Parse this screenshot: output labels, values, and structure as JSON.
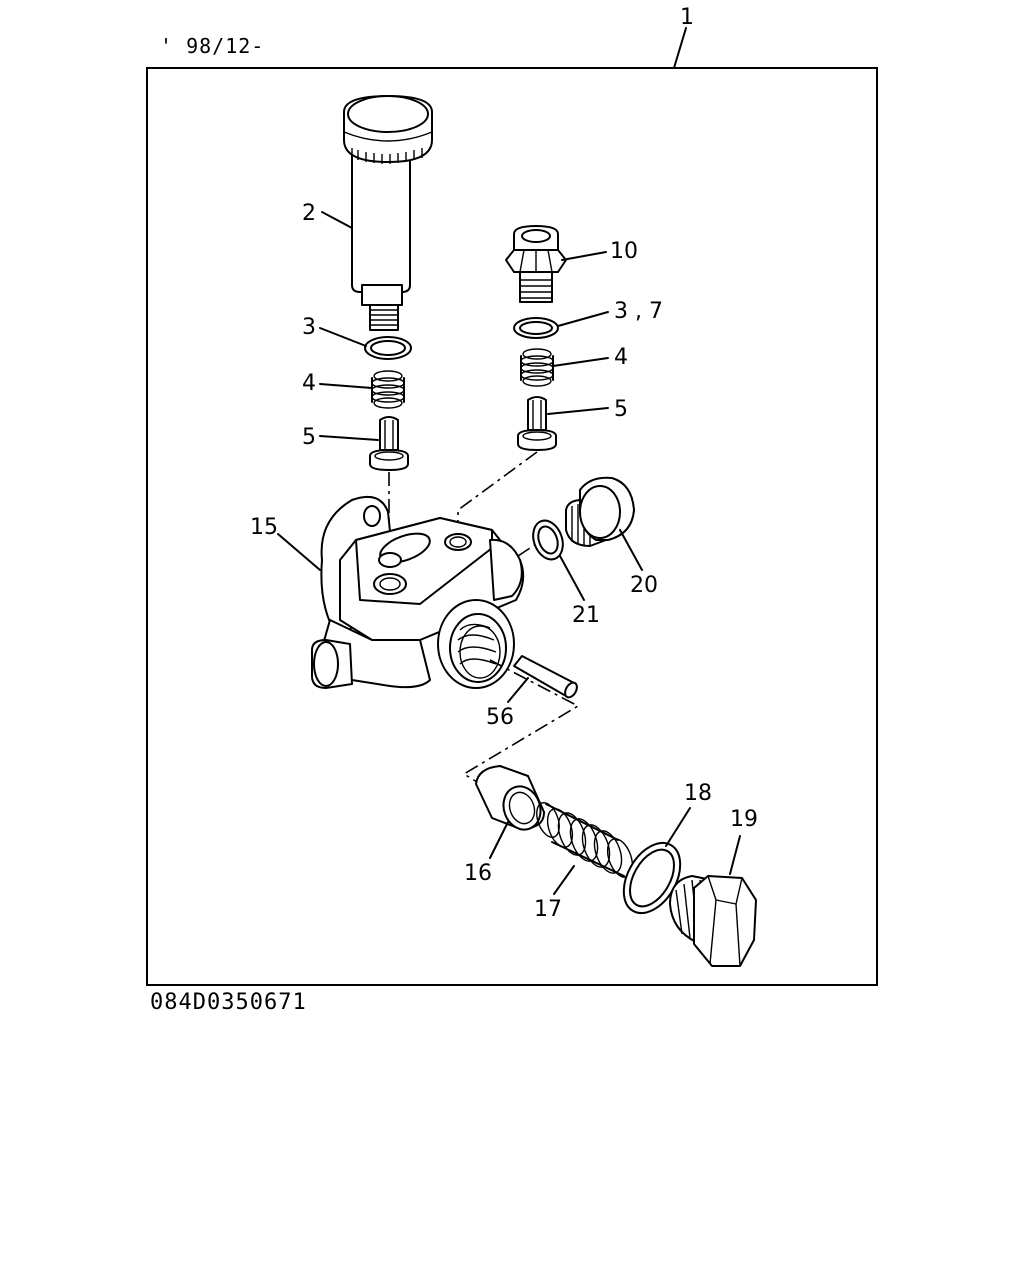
{
  "header": {
    "date_code": "' 98/12-"
  },
  "footer": {
    "drawing_number": "084D0350671"
  },
  "callouts": {
    "assembly": "1",
    "priming_pump": "2",
    "washer_left": "3",
    "spring_left": "4",
    "valve_left": "5",
    "connector": "10",
    "washer_right": "3 , 7",
    "spring_right": "4",
    "valve_right": "5",
    "pump_body": "15",
    "plug": "20",
    "gasket_plug": "21",
    "pin": "56",
    "piston": "16",
    "spring_piston": "17",
    "gasket_cap": "18",
    "cap_plug": "19"
  }
}
